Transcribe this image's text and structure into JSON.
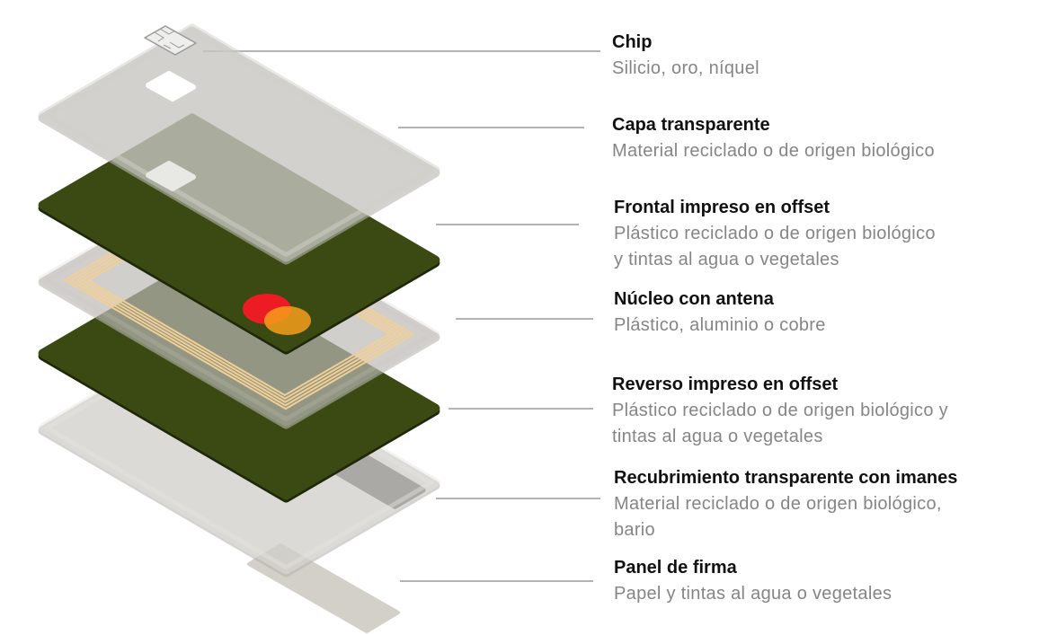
{
  "title": "Capas de una tarjeta",
  "colors": {
    "green": "#3a4a12",
    "clear": "#cdcdc8",
    "white_card": "#f3f2f0",
    "antenna": "#f2cf94",
    "mc_red": "#eb1c24",
    "mc_orange": "#f79e1b",
    "magnet": "#242424",
    "signature": "#d3cfc9",
    "leader": "#b3b3b3",
    "subtitle": "#858585"
  },
  "labels": [
    {
      "title": "Chip",
      "lines": [
        "Silicio, oro, níquel"
      ]
    },
    {
      "title": "Capa transparente",
      "lines": [
        "Material reciclado o de origen biológico"
      ]
    },
    {
      "title": "Frontal impreso en offset",
      "lines": [
        "Plástico reciclado o de origen biológico",
        "y tintas al agua o vegetales"
      ]
    },
    {
      "title": "Núcleo con antena",
      "lines": [
        "Plástico, aluminio o cobre"
      ]
    },
    {
      "title": "Reverso impreso en offset",
      "lines": [
        "Plástico reciclado o de origen biológico y",
        "tintas al agua o vegetales"
      ]
    },
    {
      "title": "Recubrimiento transparente con imanes",
      "lines": [
        "Material reciclado o de origen biológico,",
        "bario"
      ]
    },
    {
      "title": "Panel de firma",
      "lines": [
        "Papel y tintas al agua o vegetales"
      ]
    }
  ]
}
